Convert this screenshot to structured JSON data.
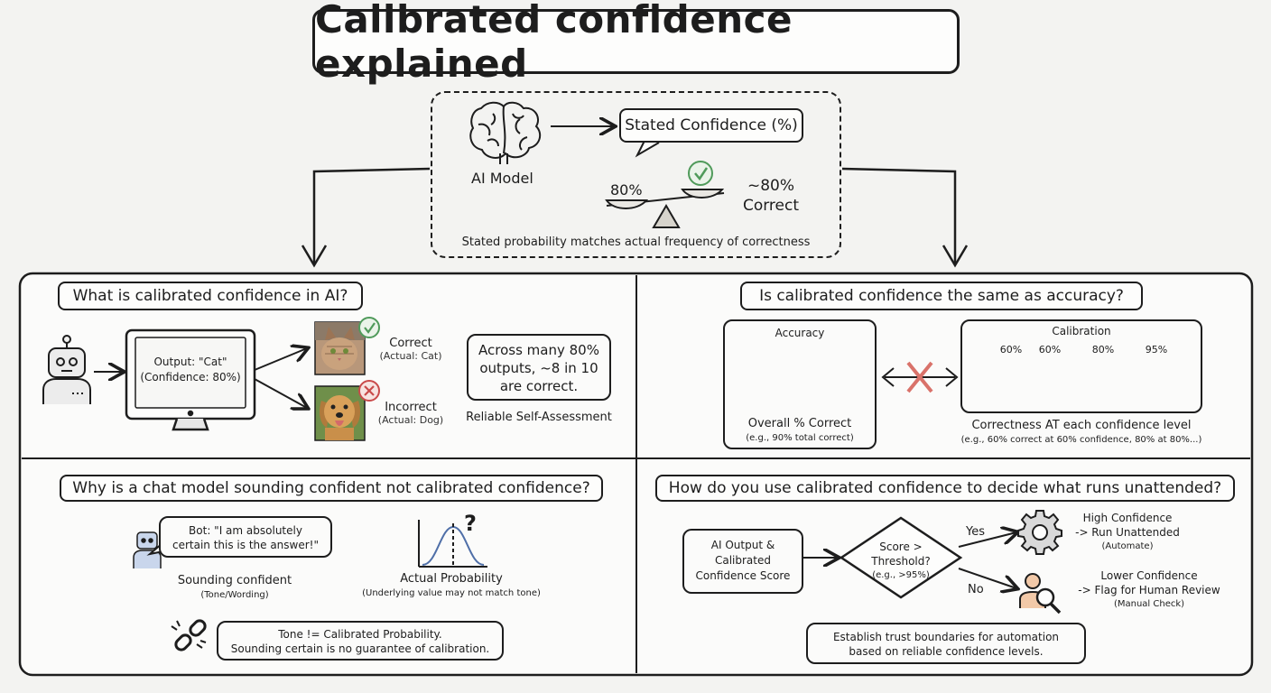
{
  "title": "Calibrated confidence explained",
  "top": {
    "model_label": "AI Model",
    "stated_confidence": "Stated Confidence (%)",
    "left_value": "80%",
    "right_value": "~80%",
    "right_label": "Correct",
    "caption": "Stated probability matches actual frequency of correctness"
  },
  "q1": {
    "heading": "What is calibrated confidence in AI?",
    "monitor_line1": "Output: \"Cat\"",
    "monitor_line2": "(Confidence: 80%)",
    "correct": "Correct",
    "correct_sub": "(Actual: Cat)",
    "incorrect": "Incorrect",
    "incorrect_sub": "(Actual: Dog)",
    "callout_line1": "Across many 80%",
    "callout_line2": "outputs, ~8 in 10",
    "callout_line3": "are correct.",
    "footer": "Reliable Self-Assessment"
  },
  "q2": {
    "heading": "Is calibrated confidence the same as accuracy?",
    "accuracy_label": "Accuracy",
    "accuracy_caption": "Overall % Correct",
    "accuracy_sub": "(e.g., 90% total correct)",
    "calibration_label": "Calibration",
    "levels": [
      "60%",
      "60%",
      "80%",
      "95%"
    ],
    "calibration_caption": "Correctness AT each confidence level",
    "calibration_sub": "(e.g., 60% correct at 60% confidence, 80% at 80%...)"
  },
  "q3": {
    "heading": "Why is a chat model sounding confident not calibrated confidence?",
    "bubble_line1": "Bot: \"I am absolutely",
    "bubble_line2": "certain this is the answer!\"",
    "sounding": "Sounding confident",
    "sounding_sub": "(Tone/Wording)",
    "question_mark": "?",
    "actual": "Actual Probability",
    "actual_sub": "(Underlying value may not match tone)",
    "note_line1": "Tone != Calibrated Probability.",
    "note_line2": "Sounding certain is no guarantee of calibration."
  },
  "q4": {
    "heading": "How do you use calibrated confidence to decide what runs unattended?",
    "input_line1": "AI Output &",
    "input_line2": "Calibrated",
    "input_line3": "Confidence Score",
    "decision_line1": "Score >",
    "decision_line2": "Threshold?",
    "decision_line3": "(e.g., >95%)",
    "yes": "Yes",
    "no": "No",
    "high_line1": "High Confidence",
    "high_line2": "-> Run Unattended",
    "high_sub": "(Automate)",
    "low_line1": "Lower Confidence",
    "low_line2": "-> Flag for Human Review",
    "low_sub": "(Manual Check)",
    "footer_line1": "Establish trust boundaries for automation",
    "footer_line2": "based on reliable confidence levels."
  },
  "colors": {
    "ink": "#1d1d1d",
    "correct_green": "#4f9a5a",
    "incorrect_red": "#c94a4a",
    "target_red": "#d9726a",
    "target_green": "#5f9a6a",
    "target_blue": "#5a7fb8"
  }
}
